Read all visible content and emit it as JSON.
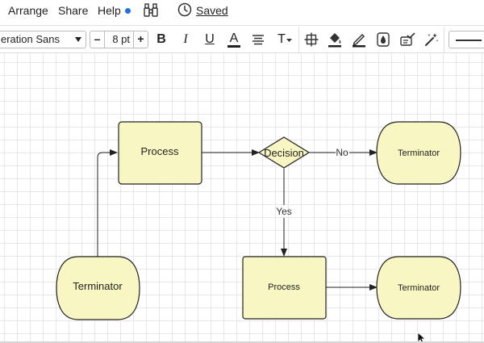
{
  "menu": {
    "arrange": "Arrange",
    "share": "Share",
    "help": "Help",
    "saved": "Saved"
  },
  "toolbar": {
    "font": "eration Sans",
    "size_minus": "–",
    "size_value": "8 pt",
    "size_plus": "+",
    "bold": "B",
    "italic": "I",
    "underline": "U",
    "font_color": "A",
    "text_options": "T"
  },
  "diagram": {
    "shapes": {
      "process_top": "Process",
      "decision": "Decision",
      "terminator_top_right": "Terminator",
      "terminator_left": "Terminator",
      "process_bottom": "Process",
      "terminator_bottom_right": "Terminator"
    },
    "edges": {
      "no_label": "No",
      "yes_label": "Yes"
    },
    "fill_color": "#f8f7c3",
    "stroke_color": "#222222"
  },
  "colors": {
    "help_dot": "#1f6fe5",
    "grid": "#ebe5ec"
  }
}
